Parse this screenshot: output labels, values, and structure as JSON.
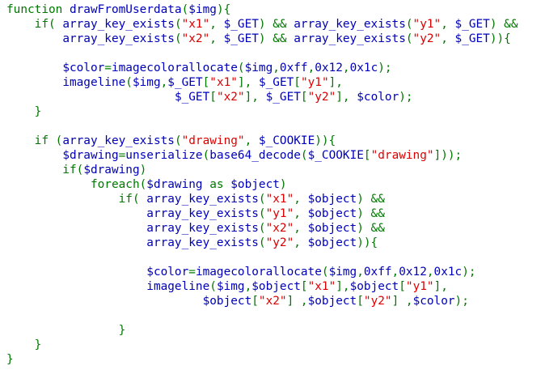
{
  "editor": {
    "language": "php",
    "colors": {
      "keyword": "#007700",
      "string": "#dd0000",
      "variable": "#0000bb",
      "default": "#0000bb",
      "background": "#ffffff"
    },
    "lines": [
      [
        {
          "t": "kw",
          "v": "function "
        },
        {
          "t": "def",
          "v": "drawFromUserdata"
        },
        {
          "t": "kw",
          "v": "("
        },
        {
          "t": "var",
          "v": "$img"
        },
        {
          "t": "kw",
          "v": "){"
        }
      ],
      [
        {
          "t": "kw",
          "v": "    if( "
        },
        {
          "t": "def",
          "v": "array_key_exists"
        },
        {
          "t": "kw",
          "v": "("
        },
        {
          "t": "str",
          "v": "\"x1\""
        },
        {
          "t": "kw",
          "v": ", "
        },
        {
          "t": "var",
          "v": "$_GET"
        },
        {
          "t": "kw",
          "v": ") && "
        },
        {
          "t": "def",
          "v": "array_key_exists"
        },
        {
          "t": "kw",
          "v": "("
        },
        {
          "t": "str",
          "v": "\"y1\""
        },
        {
          "t": "kw",
          "v": ", "
        },
        {
          "t": "var",
          "v": "$_GET"
        },
        {
          "t": "kw",
          "v": ") &&"
        }
      ],
      [
        {
          "t": "kw",
          "v": "        "
        },
        {
          "t": "def",
          "v": "array_key_exists"
        },
        {
          "t": "kw",
          "v": "("
        },
        {
          "t": "str",
          "v": "\"x2\""
        },
        {
          "t": "kw",
          "v": ", "
        },
        {
          "t": "var",
          "v": "$_GET"
        },
        {
          "t": "kw",
          "v": ") && "
        },
        {
          "t": "def",
          "v": "array_key_exists"
        },
        {
          "t": "kw",
          "v": "("
        },
        {
          "t": "str",
          "v": "\"y2\""
        },
        {
          "t": "kw",
          "v": ", "
        },
        {
          "t": "var",
          "v": "$_GET"
        },
        {
          "t": "kw",
          "v": ")){"
        }
      ],
      [],
      [
        {
          "t": "kw",
          "v": "        "
        },
        {
          "t": "var",
          "v": "$color"
        },
        {
          "t": "kw",
          "v": "="
        },
        {
          "t": "def",
          "v": "imagecolorallocate"
        },
        {
          "t": "kw",
          "v": "("
        },
        {
          "t": "var",
          "v": "$img"
        },
        {
          "t": "kw",
          "v": ","
        },
        {
          "t": "def",
          "v": "0xff"
        },
        {
          "t": "kw",
          "v": ","
        },
        {
          "t": "def",
          "v": "0x12"
        },
        {
          "t": "kw",
          "v": ","
        },
        {
          "t": "def",
          "v": "0x1c"
        },
        {
          "t": "kw",
          "v": ");"
        }
      ],
      [
        {
          "t": "kw",
          "v": "        "
        },
        {
          "t": "def",
          "v": "imageline"
        },
        {
          "t": "kw",
          "v": "("
        },
        {
          "t": "var",
          "v": "$img"
        },
        {
          "t": "kw",
          "v": ","
        },
        {
          "t": "var",
          "v": "$_GET"
        },
        {
          "t": "kw",
          "v": "["
        },
        {
          "t": "str",
          "v": "\"x1\""
        },
        {
          "t": "kw",
          "v": "], "
        },
        {
          "t": "var",
          "v": "$_GET"
        },
        {
          "t": "kw",
          "v": "["
        },
        {
          "t": "str",
          "v": "\"y1\""
        },
        {
          "t": "kw",
          "v": "],"
        }
      ],
      [
        {
          "t": "kw",
          "v": "                        "
        },
        {
          "t": "var",
          "v": "$_GET"
        },
        {
          "t": "kw",
          "v": "["
        },
        {
          "t": "str",
          "v": "\"x2\""
        },
        {
          "t": "kw",
          "v": "], "
        },
        {
          "t": "var",
          "v": "$_GET"
        },
        {
          "t": "kw",
          "v": "["
        },
        {
          "t": "str",
          "v": "\"y2\""
        },
        {
          "t": "kw",
          "v": "], "
        },
        {
          "t": "var",
          "v": "$color"
        },
        {
          "t": "kw",
          "v": ");"
        }
      ],
      [
        {
          "t": "kw",
          "v": "    }"
        }
      ],
      [],
      [
        {
          "t": "kw",
          "v": "    if ("
        },
        {
          "t": "def",
          "v": "array_key_exists"
        },
        {
          "t": "kw",
          "v": "("
        },
        {
          "t": "str",
          "v": "\"drawing\""
        },
        {
          "t": "kw",
          "v": ", "
        },
        {
          "t": "var",
          "v": "$_COOKIE"
        },
        {
          "t": "kw",
          "v": ")){"
        }
      ],
      [
        {
          "t": "kw",
          "v": "        "
        },
        {
          "t": "var",
          "v": "$drawing"
        },
        {
          "t": "kw",
          "v": "="
        },
        {
          "t": "def",
          "v": "unserialize"
        },
        {
          "t": "kw",
          "v": "("
        },
        {
          "t": "def",
          "v": "base64_decode"
        },
        {
          "t": "kw",
          "v": "("
        },
        {
          "t": "var",
          "v": "$_COOKIE"
        },
        {
          "t": "kw",
          "v": "["
        },
        {
          "t": "str",
          "v": "\"drawing\""
        },
        {
          "t": "kw",
          "v": "]));"
        }
      ],
      [
        {
          "t": "kw",
          "v": "        if("
        },
        {
          "t": "var",
          "v": "$drawing"
        },
        {
          "t": "kw",
          "v": ")"
        }
      ],
      [
        {
          "t": "kw",
          "v": "            foreach("
        },
        {
          "t": "var",
          "v": "$drawing "
        },
        {
          "t": "kw",
          "v": "as "
        },
        {
          "t": "var",
          "v": "$object"
        },
        {
          "t": "kw",
          "v": ")"
        }
      ],
      [
        {
          "t": "kw",
          "v": "                if( "
        },
        {
          "t": "def",
          "v": "array_key_exists"
        },
        {
          "t": "kw",
          "v": "("
        },
        {
          "t": "str",
          "v": "\"x1\""
        },
        {
          "t": "kw",
          "v": ", "
        },
        {
          "t": "var",
          "v": "$object"
        },
        {
          "t": "kw",
          "v": ") &&"
        }
      ],
      [
        {
          "t": "kw",
          "v": "                    "
        },
        {
          "t": "def",
          "v": "array_key_exists"
        },
        {
          "t": "kw",
          "v": "("
        },
        {
          "t": "str",
          "v": "\"y1\""
        },
        {
          "t": "kw",
          "v": ", "
        },
        {
          "t": "var",
          "v": "$object"
        },
        {
          "t": "kw",
          "v": ") &&"
        }
      ],
      [
        {
          "t": "kw",
          "v": "                    "
        },
        {
          "t": "def",
          "v": "array_key_exists"
        },
        {
          "t": "kw",
          "v": "("
        },
        {
          "t": "str",
          "v": "\"x2\""
        },
        {
          "t": "kw",
          "v": ", "
        },
        {
          "t": "var",
          "v": "$object"
        },
        {
          "t": "kw",
          "v": ") &&"
        }
      ],
      [
        {
          "t": "kw",
          "v": "                    "
        },
        {
          "t": "def",
          "v": "array_key_exists"
        },
        {
          "t": "kw",
          "v": "("
        },
        {
          "t": "str",
          "v": "\"y2\""
        },
        {
          "t": "kw",
          "v": ", "
        },
        {
          "t": "var",
          "v": "$object"
        },
        {
          "t": "kw",
          "v": ")){"
        }
      ],
      [],
      [
        {
          "t": "kw",
          "v": "                    "
        },
        {
          "t": "var",
          "v": "$color"
        },
        {
          "t": "kw",
          "v": "="
        },
        {
          "t": "def",
          "v": "imagecolorallocate"
        },
        {
          "t": "kw",
          "v": "("
        },
        {
          "t": "var",
          "v": "$img"
        },
        {
          "t": "kw",
          "v": ","
        },
        {
          "t": "def",
          "v": "0xff"
        },
        {
          "t": "kw",
          "v": ","
        },
        {
          "t": "def",
          "v": "0x12"
        },
        {
          "t": "kw",
          "v": ","
        },
        {
          "t": "def",
          "v": "0x1c"
        },
        {
          "t": "kw",
          "v": ");"
        }
      ],
      [
        {
          "t": "kw",
          "v": "                    "
        },
        {
          "t": "def",
          "v": "imageline"
        },
        {
          "t": "kw",
          "v": "("
        },
        {
          "t": "var",
          "v": "$img"
        },
        {
          "t": "kw",
          "v": ","
        },
        {
          "t": "var",
          "v": "$object"
        },
        {
          "t": "kw",
          "v": "["
        },
        {
          "t": "str",
          "v": "\"x1\""
        },
        {
          "t": "kw",
          "v": "],"
        },
        {
          "t": "var",
          "v": "$object"
        },
        {
          "t": "kw",
          "v": "["
        },
        {
          "t": "str",
          "v": "\"y1\""
        },
        {
          "t": "kw",
          "v": "],"
        }
      ],
      [
        {
          "t": "kw",
          "v": "                            "
        },
        {
          "t": "var",
          "v": "$object"
        },
        {
          "t": "kw",
          "v": "["
        },
        {
          "t": "str",
          "v": "\"x2\""
        },
        {
          "t": "kw",
          "v": "] ,"
        },
        {
          "t": "var",
          "v": "$object"
        },
        {
          "t": "kw",
          "v": "["
        },
        {
          "t": "str",
          "v": "\"y2\""
        },
        {
          "t": "kw",
          "v": "] ,"
        },
        {
          "t": "var",
          "v": "$color"
        },
        {
          "t": "kw",
          "v": ");"
        }
      ],
      [],
      [
        {
          "t": "kw",
          "v": "                }"
        }
      ],
      [
        {
          "t": "kw",
          "v": "    }"
        }
      ],
      [
        {
          "t": "kw",
          "v": "}"
        }
      ]
    ]
  }
}
